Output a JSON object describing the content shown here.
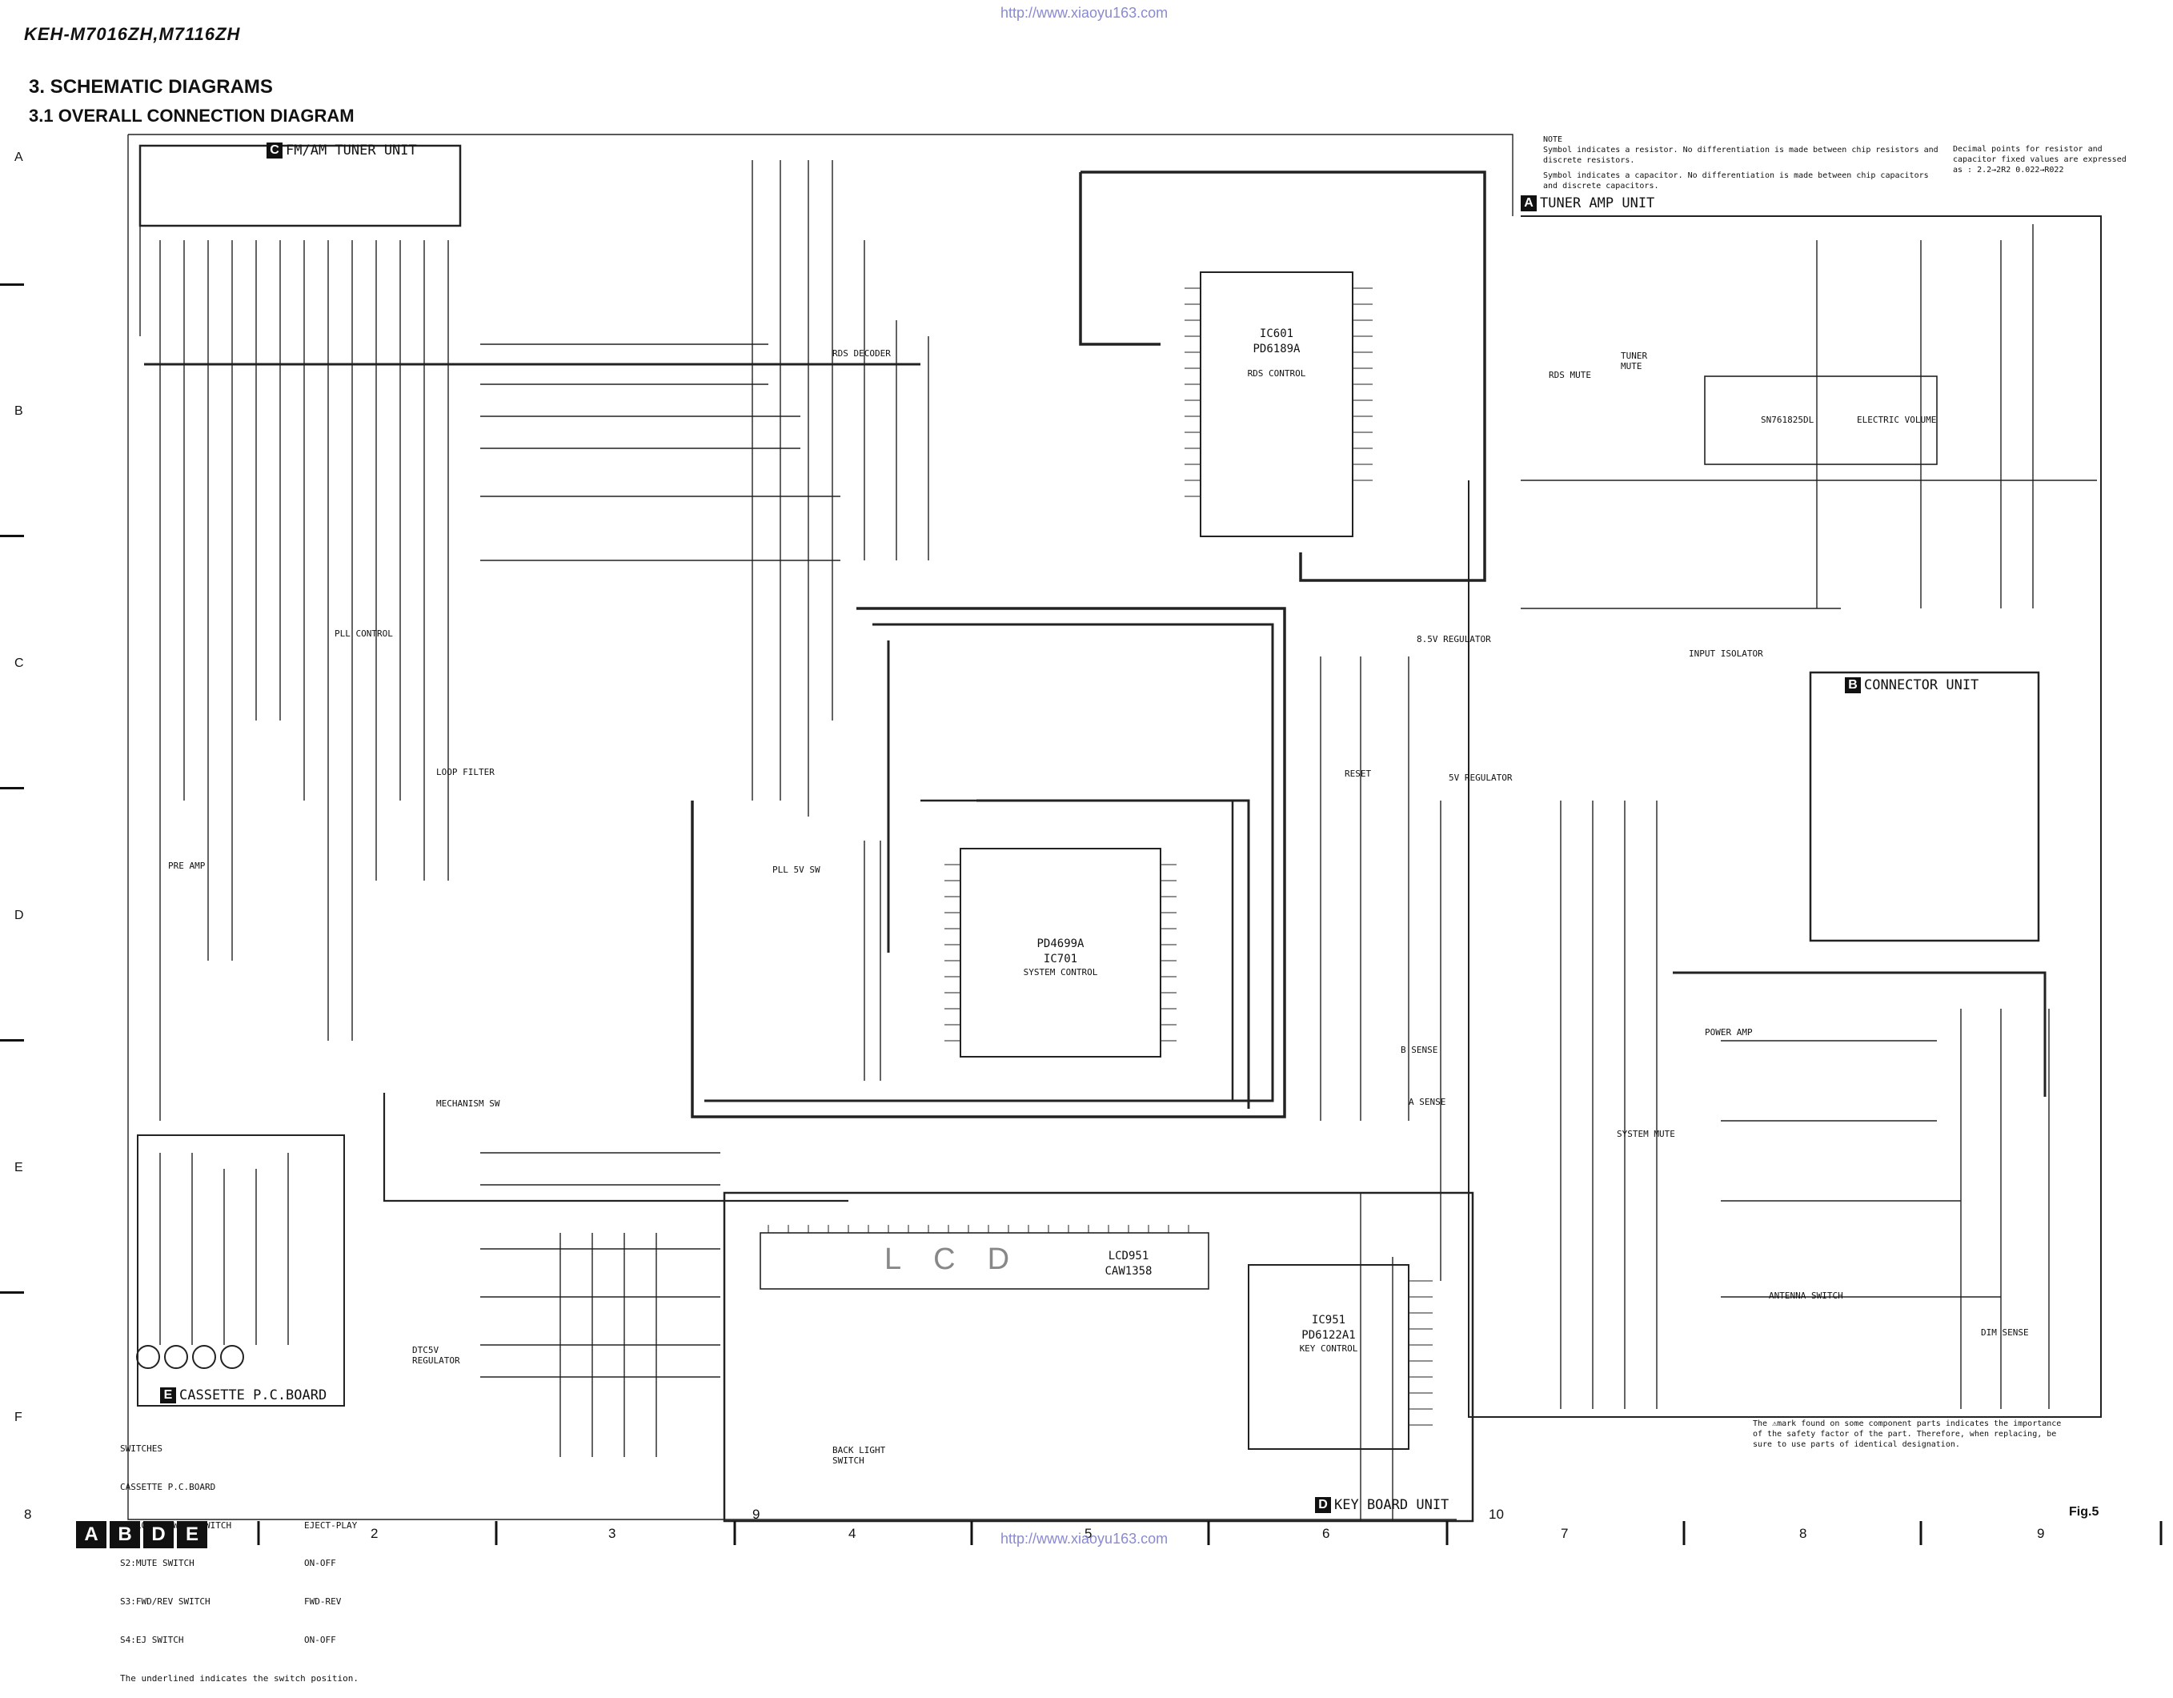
{
  "header": {
    "model": "KEH-M7016ZH,M7116ZH",
    "url": "http://www.xiaoyu163.com",
    "section_title": "3. SCHEMATIC DIAGRAMS",
    "subsection_title": "3.1 OVERALL CONNECTION DIAGRAM"
  },
  "row_labels": [
    "A",
    "B",
    "C",
    "D",
    "E",
    "F"
  ],
  "units": {
    "C": {
      "letter": "C",
      "name": "FM/AM TUNER UNIT"
    },
    "A": {
      "letter": "A",
      "name": "TUNER AMP UNIT"
    },
    "B": {
      "letter": "B",
      "name": "CONNECTOR UNIT"
    },
    "E": {
      "letter": "E",
      "name": "CASSETTE P.C.BOARD"
    },
    "D": {
      "letter": "D",
      "name": "KEY BOARD UNIT"
    }
  },
  "chips": {
    "ic601": {
      "ref": "IC601",
      "part": "PD6189A",
      "func": "RDS CONTROL"
    },
    "ic701": {
      "ref": "IC701",
      "part": "PD4699A",
      "func": "SYSTEM CONTROL"
    },
    "ic951": {
      "ref": "IC951",
      "part": "PD6122A1",
      "func": "KEY CONTROL"
    },
    "lcd": {
      "ref": "LCD951",
      "part": "CAW1358",
      "display": "LCD"
    },
    "ev": {
      "part": "SN761825DL",
      "func": "ELECTRIC VOLUME"
    }
  },
  "blocks": {
    "pll": "PLL CONTROL",
    "loop": "LOOP FILTER",
    "pre_amp": "PRE AMP",
    "rds_decoder": "RDS DECODER",
    "mech": "MECHANISM SW",
    "dtc": "DTC5V REGULATOR",
    "pll5v": "PLL 5V SW",
    "reg85": "8.5V REGULATOR",
    "reg5": "5V REGULATOR",
    "reset": "RESET",
    "input_iso": "INPUT ISOLATOR",
    "power_amp": "POWER AMP",
    "sys_mute": "SYSTEM MUTE",
    "antenna": "ANTENNA SWITCH",
    "dim": "DIM SENSE",
    "rds_mute": "RDS MUTE",
    "tuner_mute": "TUNER MUTE",
    "back_light": "BACK LIGHT SWITCH",
    "b_sense": "B SENSE",
    "a_sense": "A SENSE"
  },
  "notes": {
    "title": "NOTE",
    "resistor": "Symbol indicates a resistor. No differentiation is made between chip resistors and discrete resistors.",
    "capacitor": "Symbol indicates a capacitor. No differentiation is made between chip capacitors and discrete capacitors.",
    "decimal": "Decimal points for resistor and capacitor fixed values are expressed as : 2.2→2R2  0.022→R022",
    "safety": "The ⚠mark found on some component parts indicates the importance of the safety factor of the part. Therefore, when replacing, be sure to use parts of identical designation."
  },
  "switches": {
    "title": "SWITCHES",
    "board": "CASSETTE P.C.BOARD",
    "rows": [
      {
        "name": "S1:LOAD(POWER) SWITCH",
        "state": "EJECT-PLAY"
      },
      {
        "name": "S2:MUTE SWITCH",
        "state": "ON-OFF"
      },
      {
        "name": "S3:FWD/REV SWITCH",
        "state": "FWD-REV"
      },
      {
        "name": "S4:EJ SWITCH",
        "state": "ON-OFF"
      }
    ],
    "footnote": "The underlined indicates the switch position."
  },
  "footer": {
    "legend": [
      "A",
      "B",
      "D",
      "E"
    ],
    "page_num": "8",
    "col_numbers": [
      "2",
      "3",
      "4",
      "5",
      "6",
      "7",
      "8",
      "9"
    ],
    "sheet_marks": [
      "9",
      "10"
    ],
    "fig": "Fig.5"
  },
  "colors": {
    "ink": "#111111",
    "wire": "#222222",
    "url": "#8a8ad0"
  }
}
